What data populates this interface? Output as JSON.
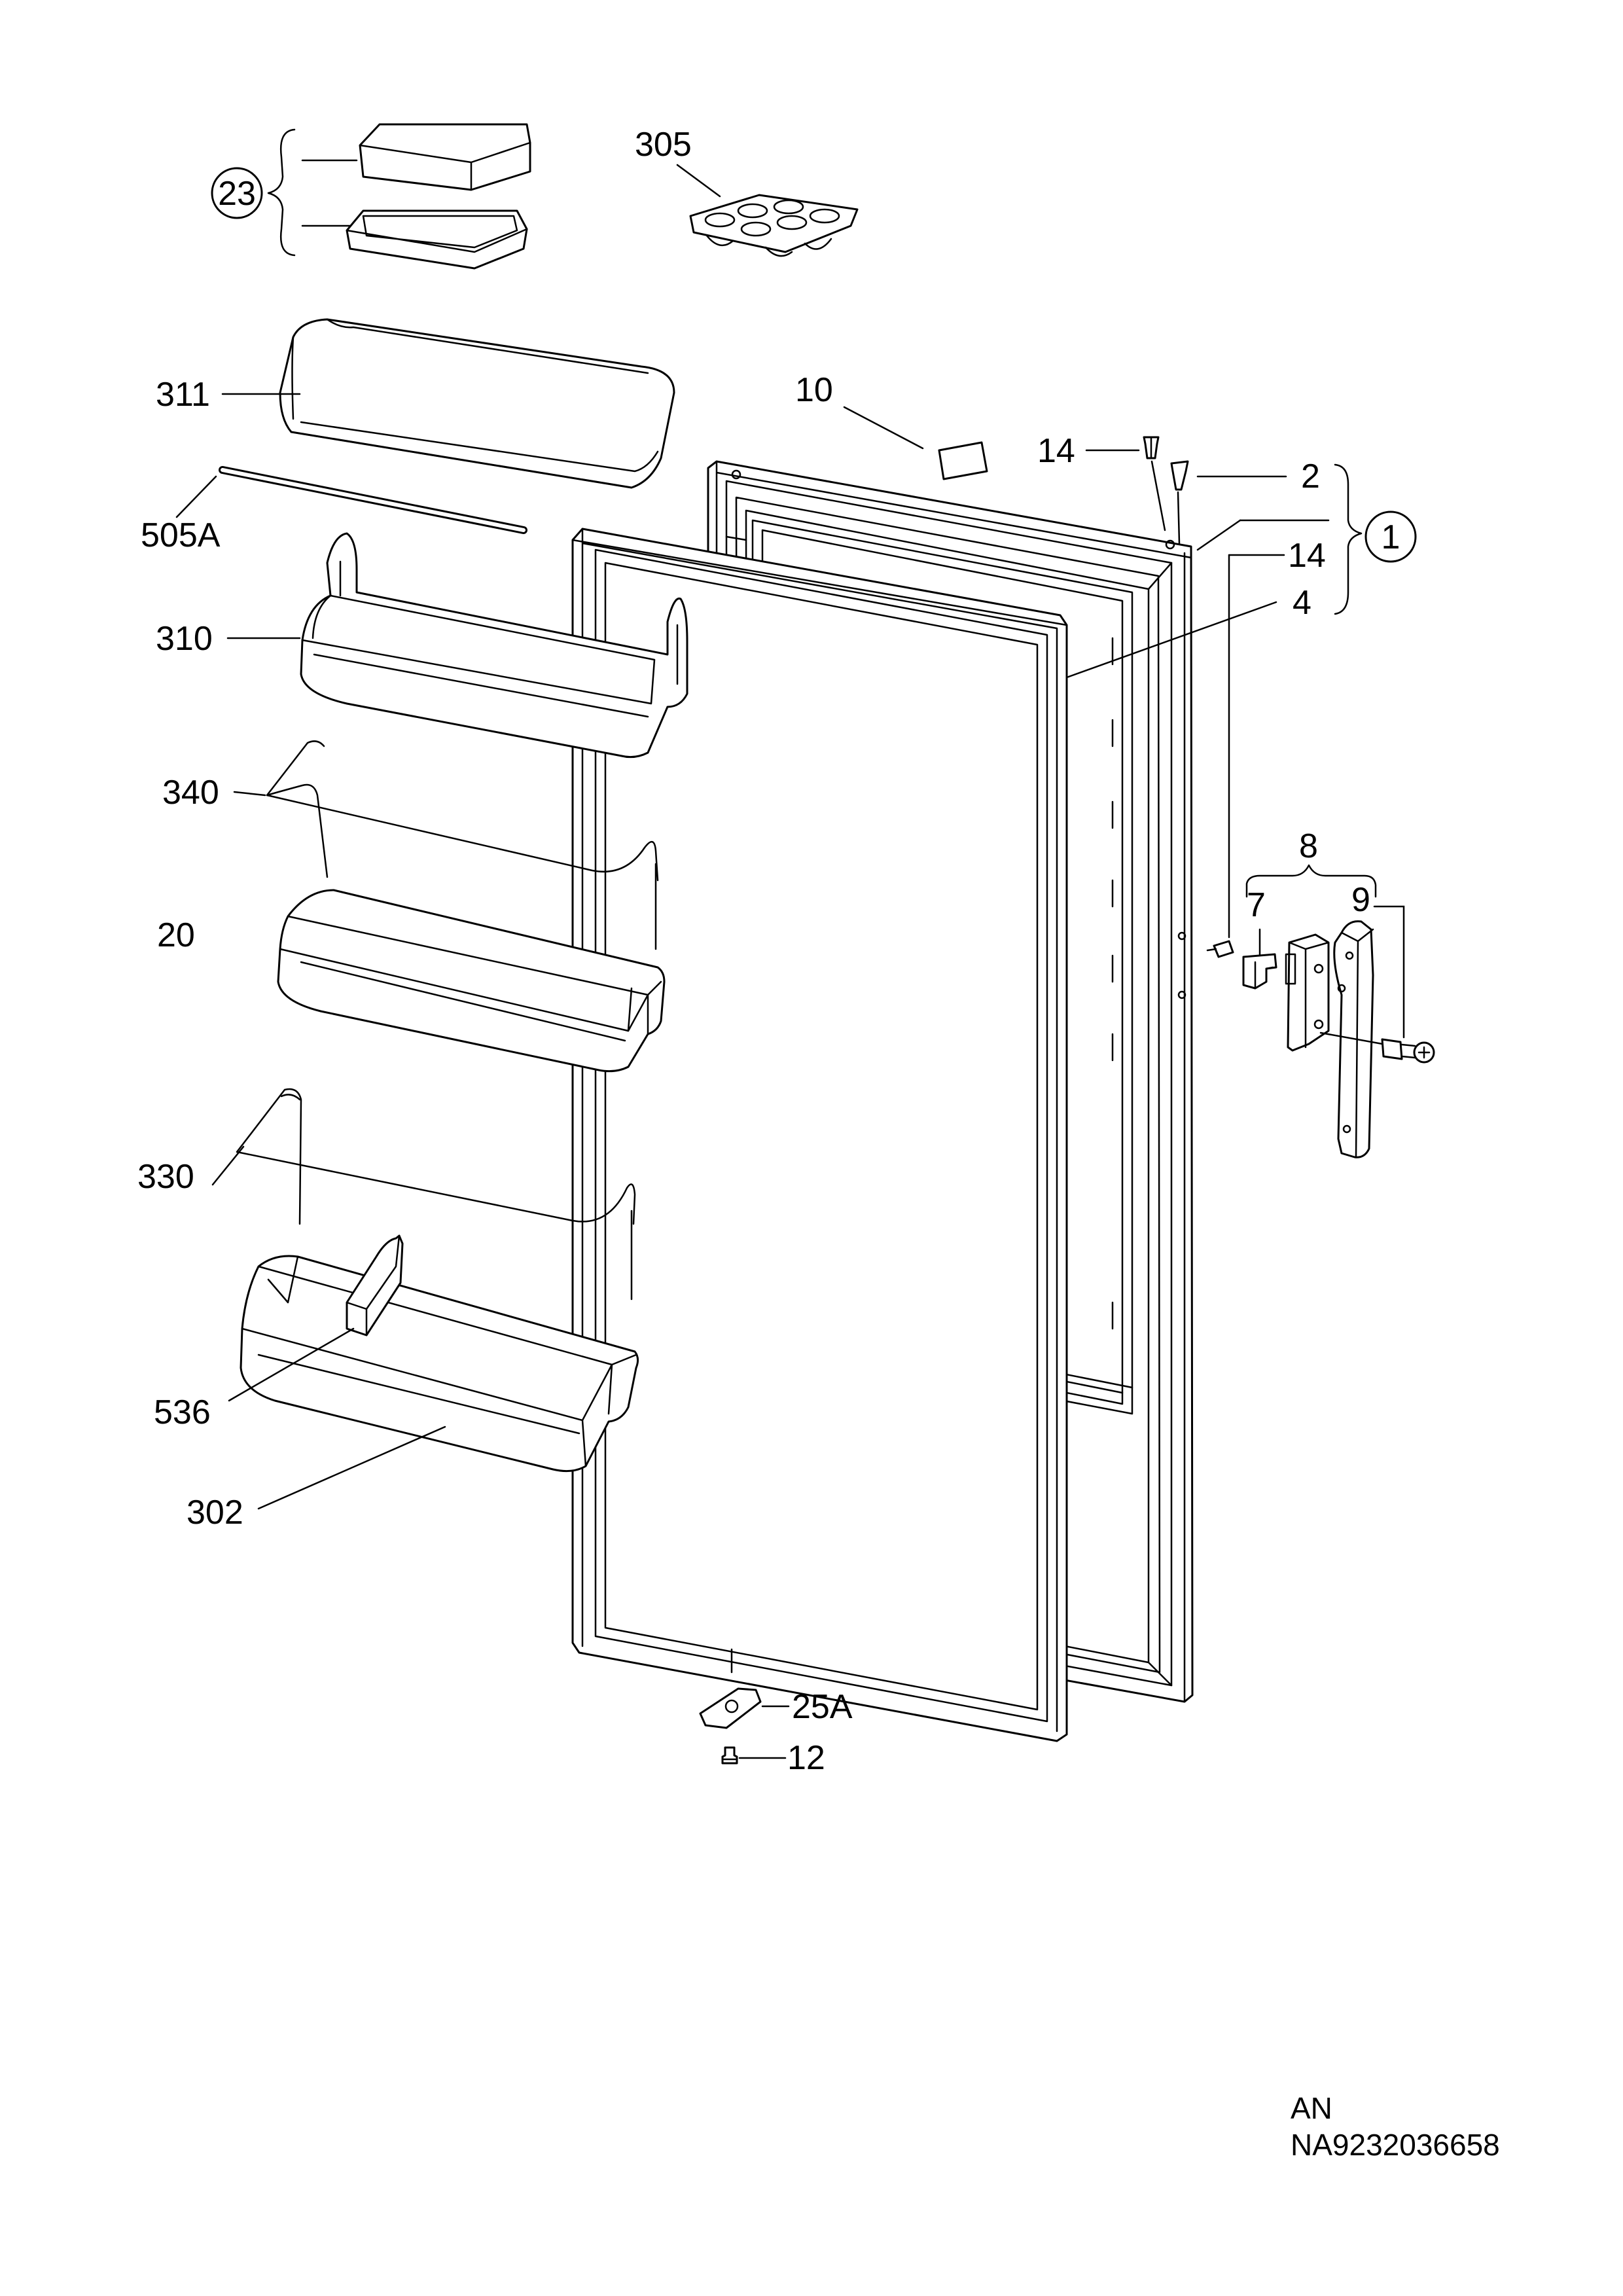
{
  "labels": {
    "l23": "23",
    "l305": "305",
    "l311": "311",
    "l505a": "505A",
    "l310": "310",
    "l340": "340",
    "l20": "20",
    "l330": "330",
    "l536": "536",
    "l302": "302",
    "l10": "10",
    "l14a": "14",
    "l2": "2",
    "l1": "1",
    "l14b": "14",
    "l4": "4",
    "l8": "8",
    "l7": "7",
    "l9": "9",
    "l25a": "25A",
    "l12": "12"
  },
  "footer": {
    "line1": "AN",
    "line2": "NA9232036658"
  }
}
